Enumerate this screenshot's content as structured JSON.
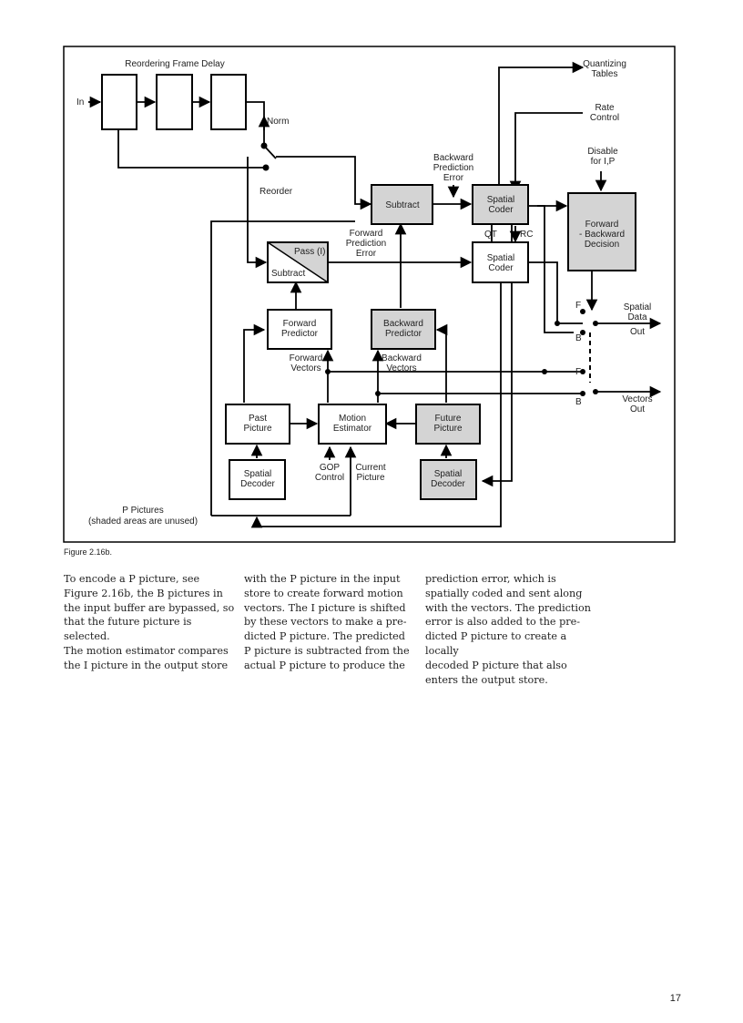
{
  "figure": {
    "caption": "Figure 2.16b.",
    "labels": {
      "reordering_frame_delay": "Reordering Frame Delay",
      "in": "In",
      "norm": "Norm",
      "reorder": "Reorder",
      "quantizing_tables": [
        "Quantizing",
        "Tables"
      ],
      "rate_control": [
        "Rate",
        "Control"
      ],
      "disable": [
        "Disable",
        "for I,P"
      ],
      "backward_prediction_error": [
        "Backward",
        "Prediction",
        "Error"
      ],
      "subtract": "Subtract",
      "spatial_coder": [
        "Spatial",
        "Coder"
      ],
      "forward_backward_decision": [
        "Forward",
        "- Backward",
        "Decision"
      ],
      "qt": "QT",
      "rc": "RC",
      "forward_prediction_error": [
        "Forward",
        "Prediction",
        "Error"
      ],
      "pass_i": "Pass (I)",
      "subtract_lower": "Subtract",
      "forward_predictor": [
        "Forward",
        "Predictor"
      ],
      "backward_predictor": [
        "Backward",
        "Predictor"
      ],
      "forward_vectors": [
        "Forward",
        "Vectors"
      ],
      "backward_vectors": [
        "Backward",
        "Vectors"
      ],
      "spatial_data_out": [
        "Spatial",
        "Data",
        "Out"
      ],
      "f": "F",
      "b": "B",
      "vectors_out": [
        "Vectors",
        "Out"
      ],
      "past_picture": [
        "Past",
        "Picture"
      ],
      "motion_estimator": [
        "Motion",
        "Estimator"
      ],
      "future_picture": [
        "Future",
        "Picture"
      ],
      "spatial_decoder": [
        "Spatial",
        "Decoder"
      ],
      "gop_control": [
        "GOP",
        "Control"
      ],
      "current_picture": [
        "Current",
        "Picture"
      ],
      "p_pictures": [
        "P Pictures",
        "(shaded areas are unused)"
      ]
    }
  },
  "body_text": {
    "column1": "To encode a P picture, see\nFigure 2.16b, the B pictures in\nthe input buffer are bypassed, so\nthat the future picture is selected.\nThe motion estimator compares\nthe I picture in the output store",
    "column2": "with the P picture in the input\nstore to create forward motion\nvectors. The I picture is shifted\nby these vectors to make a pre-\ndicted P picture. The predicted\nP picture is subtracted from the\nactual P picture to produce the",
    "column3": "prediction error, which is\nspatially coded and sent along\nwith the vectors. The prediction\nerror is also added to the pre-\ndicted P picture to create a locally\ndecoded P picture that also\nenters the output store."
  },
  "page_number": "17"
}
